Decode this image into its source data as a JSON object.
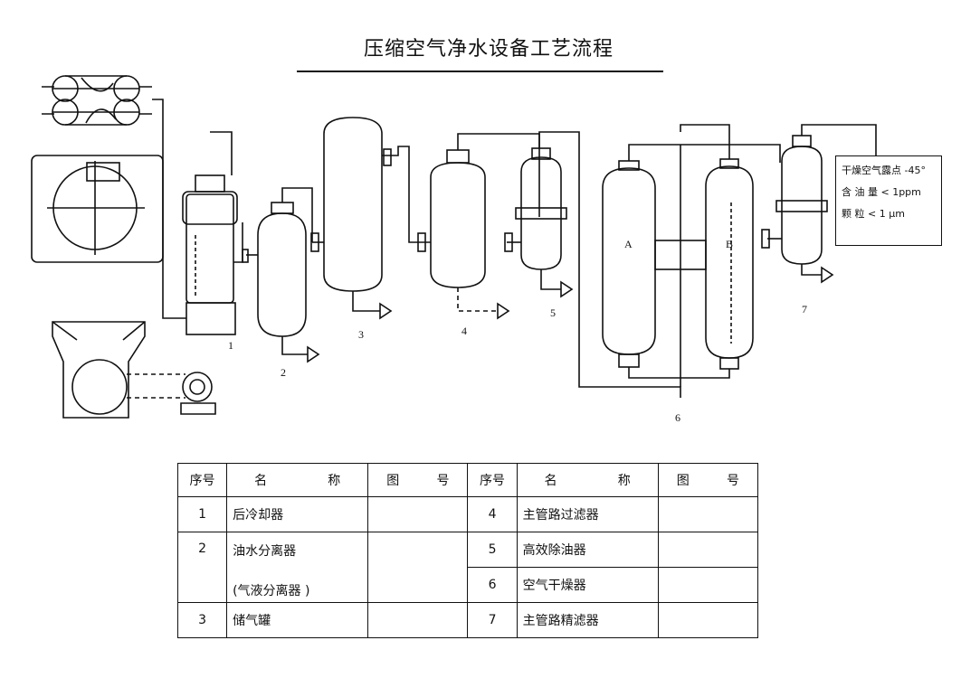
{
  "title": "压缩空气净水设备工艺流程",
  "equipment_labels": [
    "1",
    "2",
    "3",
    "4",
    "5",
    "6",
    "7"
  ],
  "dryer_labels": {
    "a": "A",
    "b": "B"
  },
  "spec_box": {
    "line1": "干燥空气露点 -45°",
    "line2": "含 油 量 < 1ppm",
    "line3": "颗   粒 < 1 μm"
  },
  "table": {
    "headers": {
      "no": "序号",
      "name_a": "名",
      "name_b": "称",
      "dwg_a": "图",
      "dwg_b": "号"
    },
    "left_rows": [
      {
        "no": "1",
        "name": "后冷却器"
      },
      {
        "no": "2",
        "name": "油水分离器",
        "note": "(气液分离器 )"
      },
      {
        "no": "3",
        "name": "储气罐"
      }
    ],
    "right_rows": [
      {
        "no": "4",
        "name": "主管路过滤器"
      },
      {
        "no": "5",
        "name": "高效除油器"
      },
      {
        "no": "6",
        "name": "空气干燥器"
      },
      {
        "no": "7",
        "name": "主管路精滤器"
      }
    ]
  }
}
